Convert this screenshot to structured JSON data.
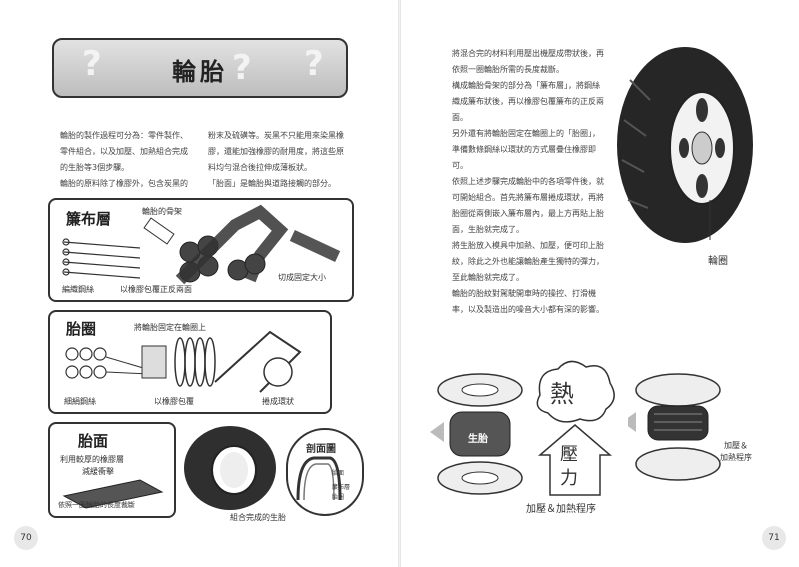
{
  "title": "輪胎",
  "left_page": {
    "page_number": "70",
    "col1": [
      "輪胎的製作過程可分為：零件製作、零件組合，以及加壓、加熱組合完成的生胎等3個步驟。",
      "輪胎的原料除了橡膠外，包含炭黑的"
    ],
    "col2": [
      "粉末及硫磺等。炭黑不只能用來染黑橡膠，還能加強橡膠的耐用度，將這些原料均勻混合後拉伸成薄板狀。",
      "「胎面」是輪胎與道路接觸的部分。"
    ],
    "panel1": {
      "heading": "簾布層",
      "note": "輪胎的骨架",
      "label_wire": "編織鋼絲",
      "label_rubber": "以橡膠包覆正反兩面",
      "label_cut": "切成固定大小"
    },
    "panel2": {
      "heading": "胎圈",
      "note": "將輪胎固定在輪圈上",
      "label_wire": "細絹鋼絲",
      "label_rubber": "以橡膠包覆",
      "label_wind": "捲成環狀"
    },
    "panel3": {
      "heading": "胎面",
      "desc1": "利用較厚的橡膠層",
      "desc2": "減緩衝擊",
      "label_cut": "依照一圈輪胎的長度裁斷"
    },
    "section": {
      "heading": "剖面圖",
      "label_tread": "胎面",
      "label_ply1": "簾布層",
      "label_bead": "胎圈"
    },
    "label_tire": "組合完成的生胎"
  },
  "right_page": {
    "page_number": "71",
    "paragraphs": [
      "將混合完的材料利用壓出機壓成帶狀後，再依照一圈輪胎所需的長度裁斷。",
      "構成輪胎骨架的部分為「簾布層」，將鋼絲織成簾布狀後，再以橡膠包覆簾布的正反兩面。",
      "另外還有將輪胎固定在輪圈上的「胎圈」，準備數條鋼絲以環狀的方式層疊住橡膠即可。",
      "依照上述步驟完成輪胎中的各項零件後，就可開始組合。首先將簾布層捲成環狀，再將胎圈從兩側嵌入簾布層內，最上方再貼上胎面，生胎就完成了。",
      "將生胎放入模具中加熱、加壓，便可印上胎紋，除此之外也能讓輪胎產生獨特的彈力，至此輪胎就完成了。",
      "輪胎的胎紋對駕駛開車時的操控、打滑機率，以及製造出的噪音大小都有深的影響。"
    ],
    "label_wheel": "輪圈",
    "heat": "熱",
    "pressure_1": "壓",
    "pressure_2": "力",
    "label_green_tire": "生胎",
    "label_process": "加壓＆加熱程序",
    "label_process_side1": "加壓＆",
    "label_process_side2": "加熱程序"
  },
  "colors": {
    "tire": "#2a2a2a",
    "green_tire": "#d9d9d9",
    "banner": "#c8c8c8"
  }
}
